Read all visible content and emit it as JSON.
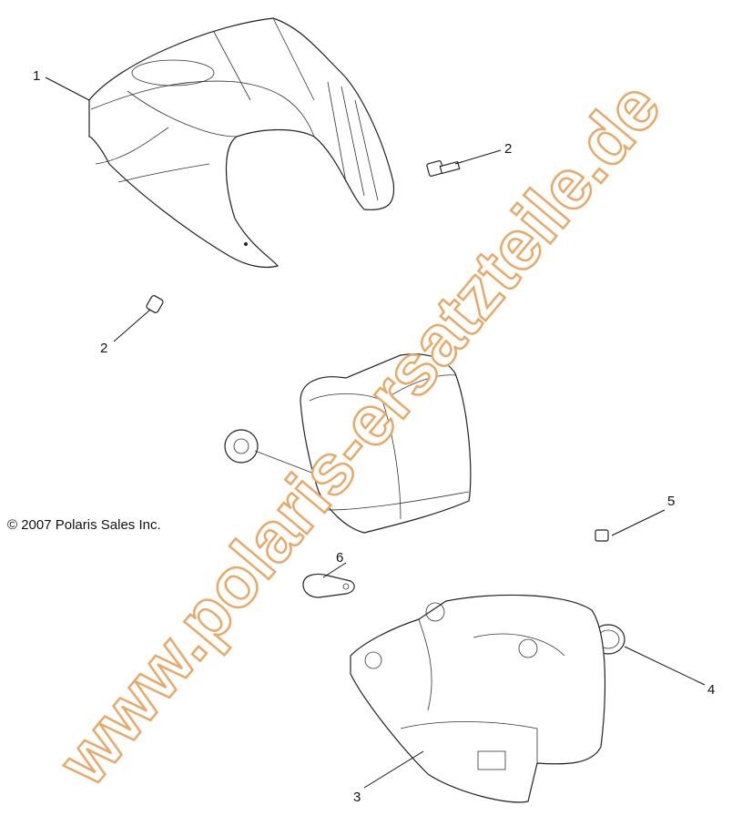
{
  "copyright": "© 2007 Polaris Sales Inc.",
  "watermark": "www.polaris-ersatzteile.de",
  "watermark_color": "#e8a868",
  "callouts": [
    {
      "label": "1",
      "part": "upper-hood-cover"
    },
    {
      "label": "2",
      "part": "screw-right"
    },
    {
      "label": "2",
      "part": "screw-left"
    },
    {
      "label": "3",
      "part": "lower-pod-housing"
    },
    {
      "label": "4",
      "part": "o-ring"
    },
    {
      "label": "5",
      "part": "clip-nut"
    },
    {
      "label": "6",
      "part": "grommet"
    }
  ]
}
